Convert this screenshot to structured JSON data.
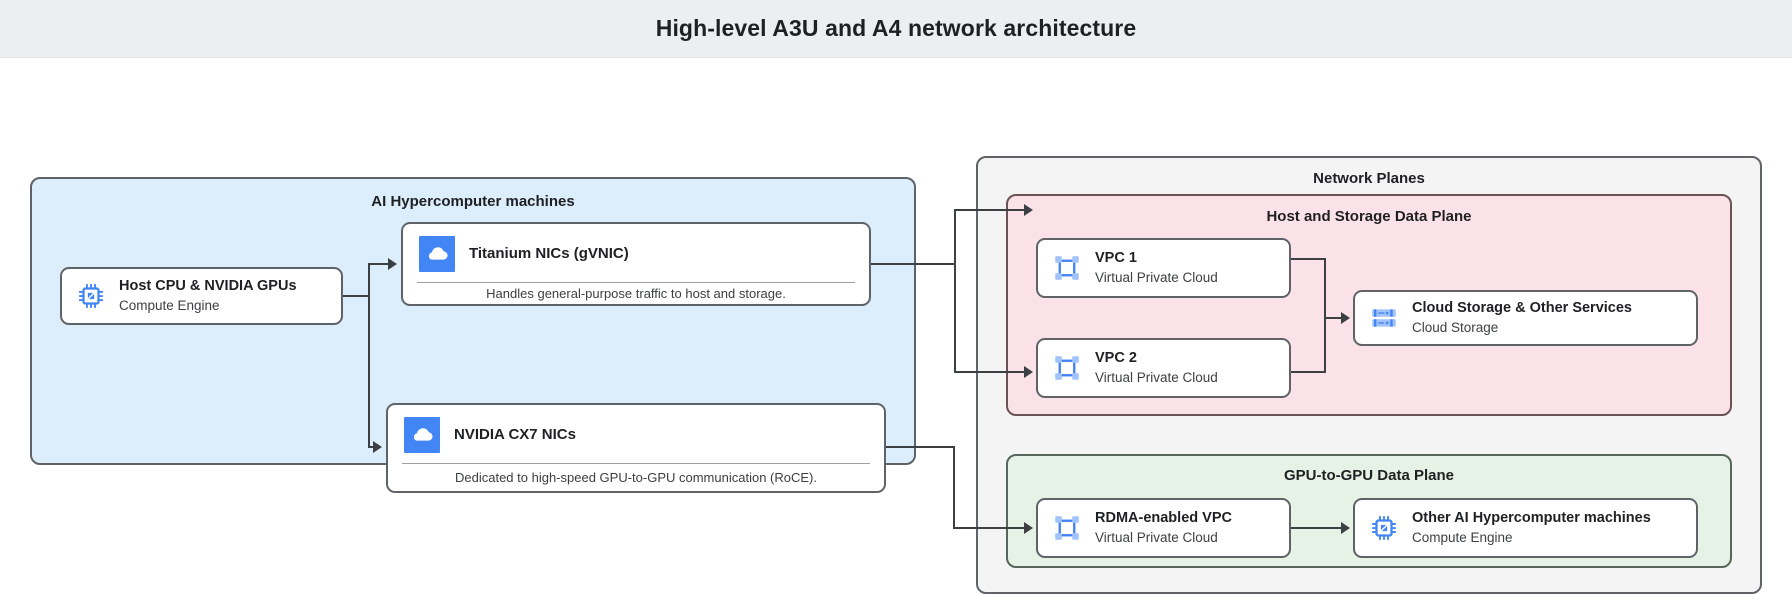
{
  "header": {
    "title": "High-level A3U and A4 network architecture"
  },
  "diagram": {
    "groups": {
      "hypercomputer": {
        "label": "AI Hypercomputer machines",
        "fill": "#dceefb",
        "border": "#5f6368"
      },
      "network_planes": {
        "label": "Network Planes",
        "fill": "#f4f4f4",
        "border": "#5f6368"
      },
      "host_storage_plane": {
        "label": "Host and Storage Data Plane",
        "fill": "#fbe2e9",
        "border": "#6b5257"
      },
      "gpu_plane": {
        "label": "GPU-to-GPU Data Plane",
        "fill": "#e5f2e5",
        "border": "#56665b"
      }
    },
    "nodes": {
      "host_cpu": {
        "title": "Host CPU & NVIDIA GPUs",
        "subtitle": "Compute Engine",
        "icon": "cpu-chip-icon"
      },
      "titanium_nics": {
        "title": "Titanium NICs (gVNIC)",
        "description": "Handles general-purpose traffic to host and storage.",
        "icon": "cloud-square-icon"
      },
      "cx7_nics": {
        "title": "NVIDIA CX7 NICs",
        "description": "Dedicated to high-speed GPU-to-GPU communication (RoCE).",
        "icon": "cloud-square-icon"
      },
      "vpc1": {
        "title": "VPC 1",
        "subtitle": "Virtual Private Cloud",
        "icon": "vpc-icon"
      },
      "vpc2": {
        "title": "VPC 2",
        "subtitle": "Virtual Private Cloud",
        "icon": "vpc-icon"
      },
      "cloud_storage": {
        "title": "Cloud Storage & Other Services",
        "subtitle": "Cloud Storage",
        "icon": "storage-rack-icon"
      },
      "rdma_vpc": {
        "title": "RDMA-enabled VPC",
        "subtitle": "Virtual Private Cloud",
        "icon": "vpc-icon"
      },
      "other_machines": {
        "title": "Other AI Hypercomputer machines",
        "subtitle": "Compute Engine",
        "icon": "cpu-chip-icon"
      }
    },
    "colors": {
      "icon_blue": "#4285f4",
      "icon_blue_light": "#a1c2fa",
      "connector": "#3c4043",
      "header_bg": "#eceff1",
      "card_bg": "#ffffff"
    }
  }
}
